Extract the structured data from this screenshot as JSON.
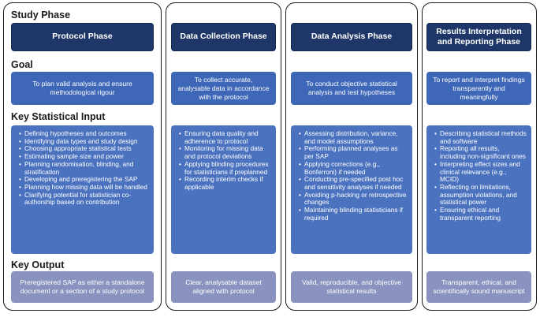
{
  "sections": {
    "phase": "Study Phase",
    "goal": "Goal",
    "input": "Key Statistical Input",
    "output": "Key Output"
  },
  "columns": [
    {
      "phase": "Protocol Phase",
      "goal": "To plan valid analysis and ensure methodological rigour",
      "inputs": [
        "Defining hypotheses and outcomes",
        "Identifying data types and study design",
        "Choosing appropriate statistical tests",
        "Estimating sample size and power",
        "Planning randomisation, blinding, and stratification",
        "Developing and preregistering the SAP",
        "Planning how missing data will be handled",
        "Clarifying potential for statistician co-authorship based on contribution"
      ],
      "output": "Preregistered SAP as either a standalone document or a section of a study protocol"
    },
    {
      "phase": "Data Collection Phase",
      "goal": "To collect accurate, analysable data in accordance with the protocol",
      "inputs": [
        "Ensuring data quality and adherence to protocol",
        "Monitoring for missing data and protocol deviations",
        "Applying blinding procedures for statisticians if preplanned",
        "Recording interim checks if applicable"
      ],
      "output": "Clear, analysable dataset aligned with protocol"
    },
    {
      "phase": "Data Analysis Phase",
      "goal": "To conduct objective statistical analysis and test hypotheses",
      "inputs": [
        "Assessing distribution, variance, and model assumptions",
        "Performing planned analyses as per SAP",
        "Applying corrections (e.g., Bonferroni) if needed",
        "Conducting pre-specified post hoc and sensitivity analyses if needed",
        "Avoiding p-hacking or retrospective changes",
        "Maintaining blinding statisticians if required"
      ],
      "output": "Valid, reproducible, and objective statistical results"
    },
    {
      "phase": "Results Interpretation and Reporting Phase",
      "goal": "To report and interpret findings transparently and meaningfully",
      "inputs": [
        "Describing statistical methods and software",
        "Reporting all results, including non-significant ones",
        "Interpreting effect sizes and clinical relevance (e.g., MCID)",
        "Reflecting on limitations, assumption violations, and statistical power",
        "Ensuring ethical and transparent reporting"
      ],
      "output": "Transparent, ethical, and scientifically sound manuscript"
    }
  ]
}
